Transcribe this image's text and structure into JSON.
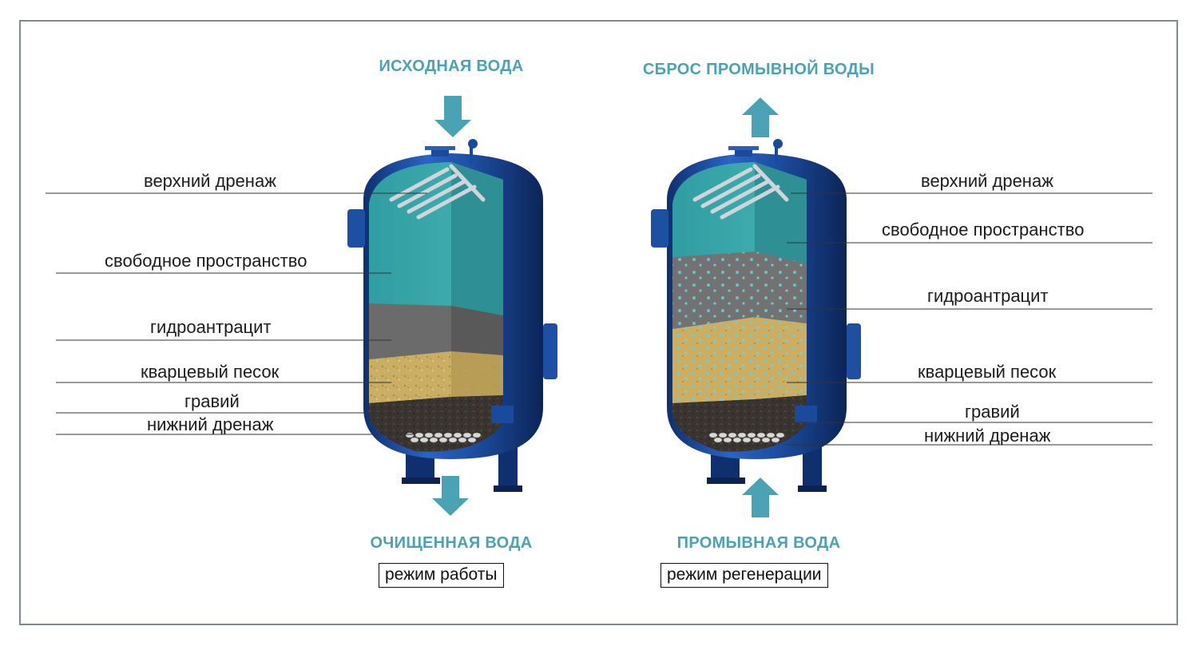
{
  "left": {
    "inlet_label": "ИСХОДНАЯ ВОДА",
    "outlet_label": "ОЧИЩЕННАЯ ВОДА",
    "mode_label": "режим работы",
    "layers": {
      "top_drain": "верхний дренаж",
      "free_space": "свободное пространство",
      "hydroanthracite": "гидроантрацит",
      "quartz_sand": "кварцевый песок",
      "gravel": "гравий",
      "bottom_drain": "нижний дренаж"
    }
  },
  "right": {
    "inlet_label": "ПРОМЫВНАЯ ВОДА",
    "outlet_label": "СБРОС ПРОМЫВНОЙ ВОДЫ",
    "mode_label": "режим регенерации",
    "layers": {
      "top_drain": "верхний дренаж",
      "free_space": "свободное пространство",
      "hydroanthracite": "гидроантрацит",
      "quartz_sand": "кварцевый песок",
      "gravel": "гравий",
      "bottom_drain": "нижний дренаж"
    }
  },
  "colors": {
    "accent": "#4aa3b4",
    "vessel_blue": "#1d4fa3",
    "water": "#3aa5a8",
    "anthracite": "#6a6a6a",
    "sand": "#c8ad62",
    "gravel": "#3b3530",
    "frame": "#7d8b94"
  }
}
